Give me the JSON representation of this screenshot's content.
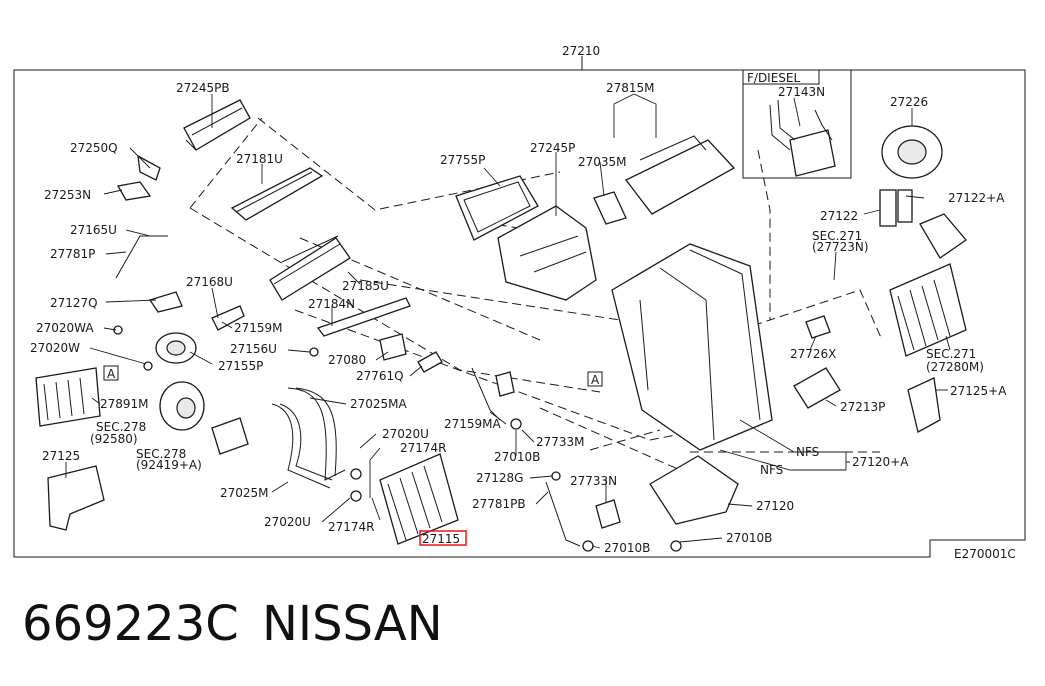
{
  "diagram": {
    "top_label": "27210",
    "variant_box_label": "F/DIESEL",
    "catalog_ref": "E270001C",
    "highlight_color": "#e0161a",
    "callouts": [
      {
        "id": "27245PB",
        "text": "27245PB"
      },
      {
        "id": "27250Q",
        "text": "27250Q"
      },
      {
        "id": "27253N",
        "text": "27253N"
      },
      {
        "id": "27181U",
        "text": "27181U"
      },
      {
        "id": "27165U",
        "text": "27165U"
      },
      {
        "id": "27781P",
        "text": "27781P"
      },
      {
        "id": "27168U",
        "text": "27168U"
      },
      {
        "id": "27185U",
        "text": "27185U"
      },
      {
        "id": "27127Q",
        "text": "27127Q"
      },
      {
        "id": "27184N",
        "text": "27184N"
      },
      {
        "id": "27020WA",
        "text": "27020WA"
      },
      {
        "id": "27159M",
        "text": "27159M"
      },
      {
        "id": "27020W",
        "text": "27020W"
      },
      {
        "id": "27156U",
        "text": "27156U"
      },
      {
        "id": "27080",
        "text": "27080"
      },
      {
        "id": "27155P",
        "text": "27155P"
      },
      {
        "id": "27761Q",
        "text": "27761Q"
      },
      {
        "id": "A-ref-left",
        "text": "A"
      },
      {
        "id": "27891M",
        "text": "27891M"
      },
      {
        "id": "27025MA",
        "text": "27025MA"
      },
      {
        "id": "SEC278a",
        "text": "SEC.278"
      },
      {
        "id": "SEC278a2",
        "text": "(92580)"
      },
      {
        "id": "27020U-top",
        "text": "27020U"
      },
      {
        "id": "SEC278b",
        "text": "SEC.278"
      },
      {
        "id": "SEC278b2",
        "text": "(92419+A)"
      },
      {
        "id": "27174R-top",
        "text": "27174R"
      },
      {
        "id": "27125",
        "text": "27125"
      },
      {
        "id": "27025M",
        "text": "27025M"
      },
      {
        "id": "27020U-bot",
        "text": "27020U"
      },
      {
        "id": "27174R-bot",
        "text": "27174R"
      },
      {
        "id": "27115",
        "text": "27115"
      },
      {
        "id": "27755P",
        "text": "27755P"
      },
      {
        "id": "27245P",
        "text": "27245P"
      },
      {
        "id": "27815M",
        "text": "27815M"
      },
      {
        "id": "27035M",
        "text": "27035M"
      },
      {
        "id": "27143N",
        "text": "27143N"
      },
      {
        "id": "27226",
        "text": "27226"
      },
      {
        "id": "27122+A",
        "text": "27122+A"
      },
      {
        "id": "27122",
        "text": "27122"
      },
      {
        "id": "SEC271a",
        "text": "SEC.271"
      },
      {
        "id": "SEC271a2",
        "text": "(27723N)"
      },
      {
        "id": "27726X",
        "text": "27726X"
      },
      {
        "id": "SEC271b",
        "text": "SEC.271"
      },
      {
        "id": "SEC271b2",
        "text": "(27280M)"
      },
      {
        "id": "27125+A",
        "text": "27125+A"
      },
      {
        "id": "27213P",
        "text": "27213P"
      },
      {
        "id": "A-ref-mid",
        "text": "A"
      },
      {
        "id": "27159MA",
        "text": "27159MA"
      },
      {
        "id": "27733M",
        "text": "27733M"
      },
      {
        "id": "27010B-a",
        "text": "27010B"
      },
      {
        "id": "27128G",
        "text": "27128G"
      },
      {
        "id": "27733N",
        "text": "27733N"
      },
      {
        "id": "27781PB",
        "text": "27781PB"
      },
      {
        "id": "27010B-b",
        "text": "27010B"
      },
      {
        "id": "27010B-c",
        "text": "27010B"
      },
      {
        "id": "NFS-a",
        "text": "NFS"
      },
      {
        "id": "NFS-b",
        "text": "NFS"
      },
      {
        "id": "27120+A",
        "text": "27120+A"
      },
      {
        "id": "27120",
        "text": "27120"
      }
    ]
  },
  "footer": {
    "part_number": "669223C",
    "brand": "NISSAN"
  }
}
